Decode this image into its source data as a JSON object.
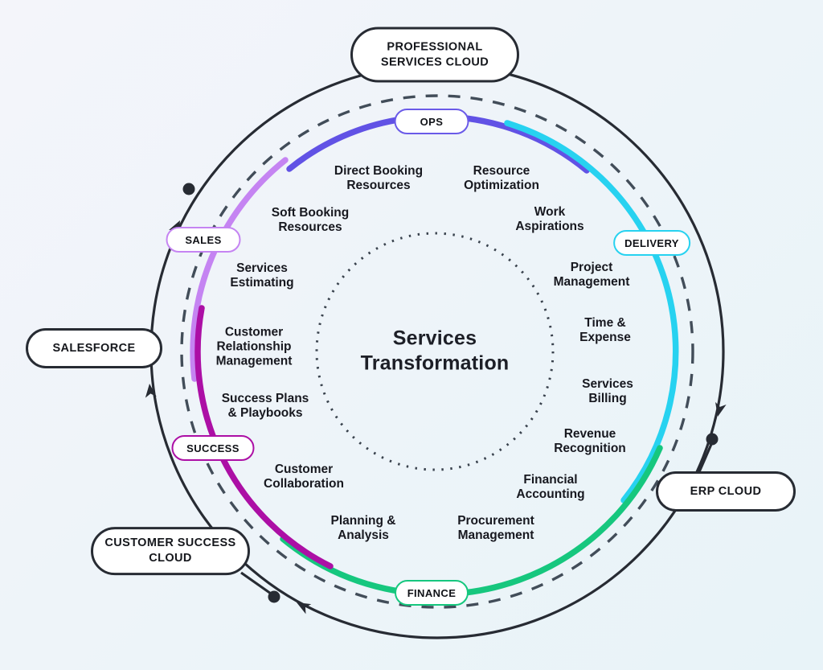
{
  "title": "Services\nTransformation",
  "colors": {
    "ops_arc": "#6152e5",
    "delivery_arc": "#27d2f0",
    "finance_arc": "#16c77e",
    "success_arc": "#ac0fa5",
    "sales_arc": "#c584f2",
    "outline": "#272b33",
    "dashed_circle": "#424d59",
    "dotted_circle": "#39424d"
  },
  "clouds": {
    "professional_services": "PROFESSIONAL\nSERVICES CLOUD",
    "salesforce": "SALESFORCE",
    "customer_success": "CUSTOMER SUCCESS\nCLOUD",
    "erp": "ERP CLOUD"
  },
  "segments": {
    "ops": "OPS",
    "delivery": "DELIVERY",
    "sales": "SALES",
    "success": "SUCCESS",
    "finance": "FINANCE"
  },
  "ring": {
    "items": [
      {
        "label": "Direct Booking\nResources"
      },
      {
        "label": "Resource\nOptimization"
      },
      {
        "label": "Soft Booking\nResources"
      },
      {
        "label": "Work\nAspirations"
      },
      {
        "label": "Services\nEstimating"
      },
      {
        "label": "Project\nManagement"
      },
      {
        "label": "Customer\nRelationship\nManagement"
      },
      {
        "label": "Time &\nExpense"
      },
      {
        "label": "Success Plans\n& Playbooks"
      },
      {
        "label": "Services\nBilling"
      },
      {
        "label": "Customer\nCollaboration"
      },
      {
        "label": "Revenue\nRecognition"
      },
      {
        "label": "Planning &\nAnalysis"
      },
      {
        "label": "Financial\nAccounting"
      },
      {
        "label": "Procurement\nManagement"
      }
    ]
  }
}
